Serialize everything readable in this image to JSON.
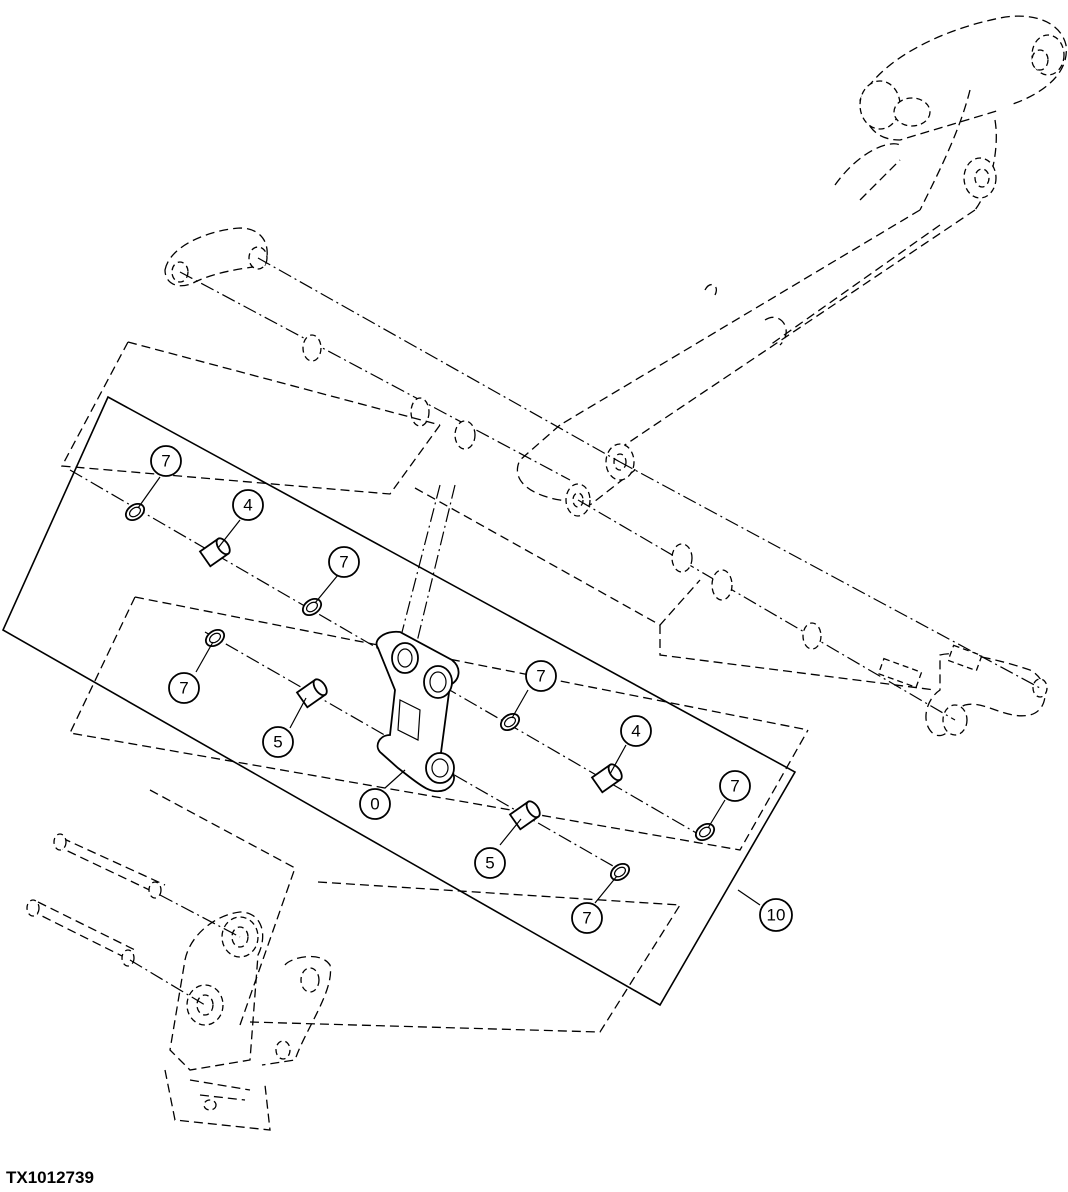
{
  "figure_id": "TX1012739",
  "callouts": [
    {
      "label": "7"
    },
    {
      "label": "4"
    },
    {
      "label": "7"
    },
    {
      "label": "7"
    },
    {
      "label": "5"
    },
    {
      "label": "0"
    },
    {
      "label": "7"
    },
    {
      "label": "4"
    },
    {
      "label": "7"
    },
    {
      "label": "5"
    },
    {
      "label": "7"
    },
    {
      "label": "10"
    }
  ]
}
